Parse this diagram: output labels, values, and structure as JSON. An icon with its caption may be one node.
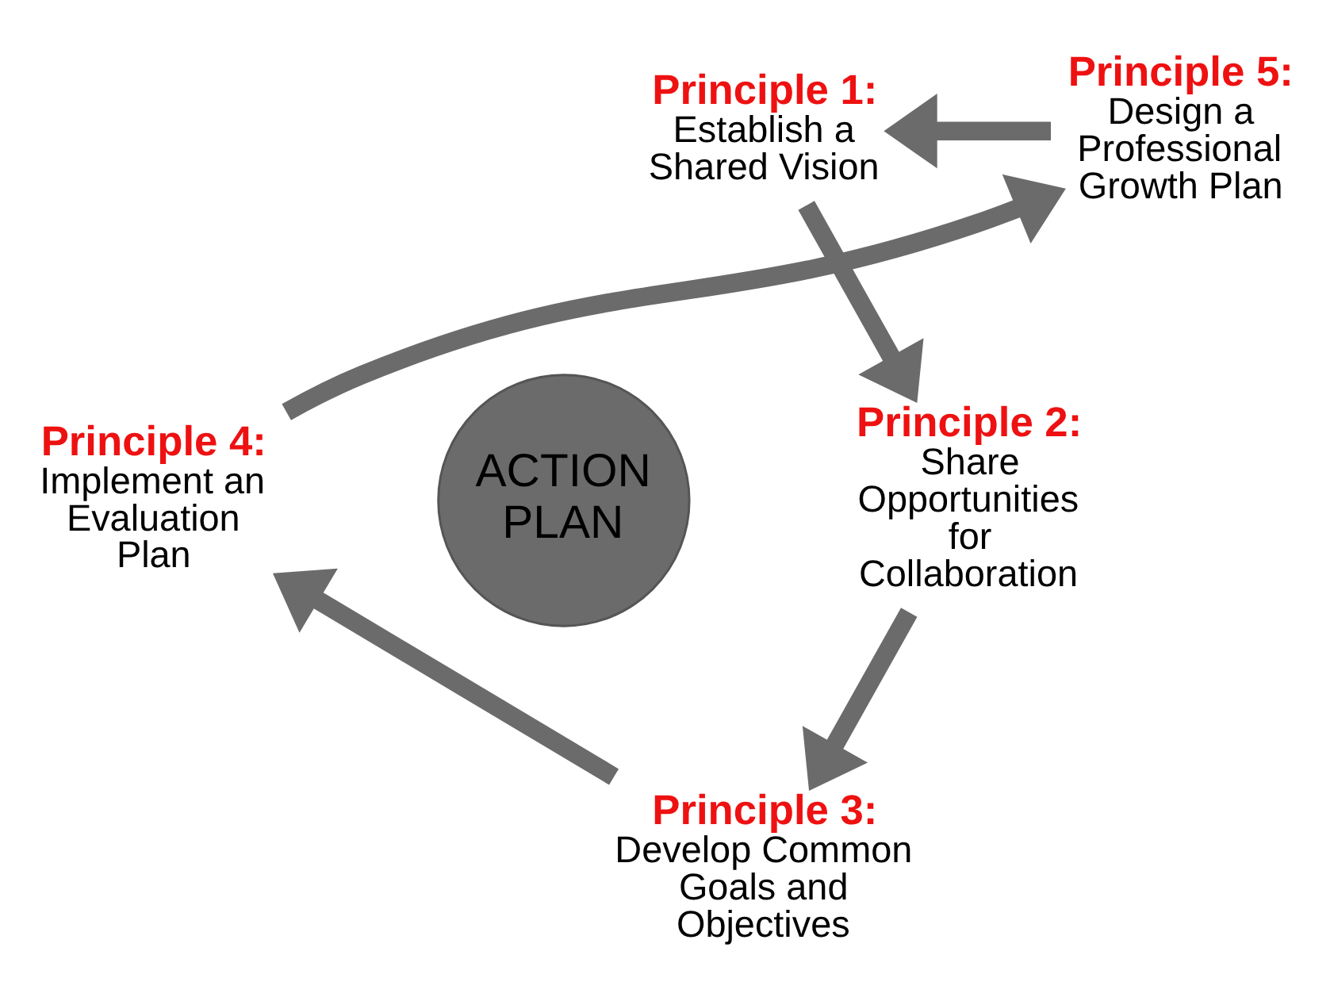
{
  "diagram": {
    "nodes": [
      {
        "text": [
          "Principle 1:",
          "Establish a Shared Vision"
        ]
      },
      {
        "text": [
          "Principle 2:",
          "Share Opportunities for Collaboration"
        ]
      },
      {
        "text": [
          "Principle 3:",
          "Develop Common Goals and Objectives"
        ]
      },
      {
        "text": [
          "Principle 4:",
          "Implement an Evaluation Plan"
        ]
      },
      {
        "text": [
          "Principle 5:",
          "Design a Professional Growth Plan"
        ]
      },
      {
        "text": [
          "ACTION PLAN"
        ]
      }
    ],
    "edges": [
      {
        "from": 4,
        "to": 0,
        "arrow": "to"
      },
      {
        "from": 0,
        "to": 1,
        "arrow": "to"
      },
      {
        "from": 1,
        "to": 2,
        "arrow": "to"
      },
      {
        "from": 2,
        "to": 3,
        "arrow": "to"
      },
      {
        "from": 3,
        "to": 4,
        "arrow": "to"
      }
    ]
  }
}
